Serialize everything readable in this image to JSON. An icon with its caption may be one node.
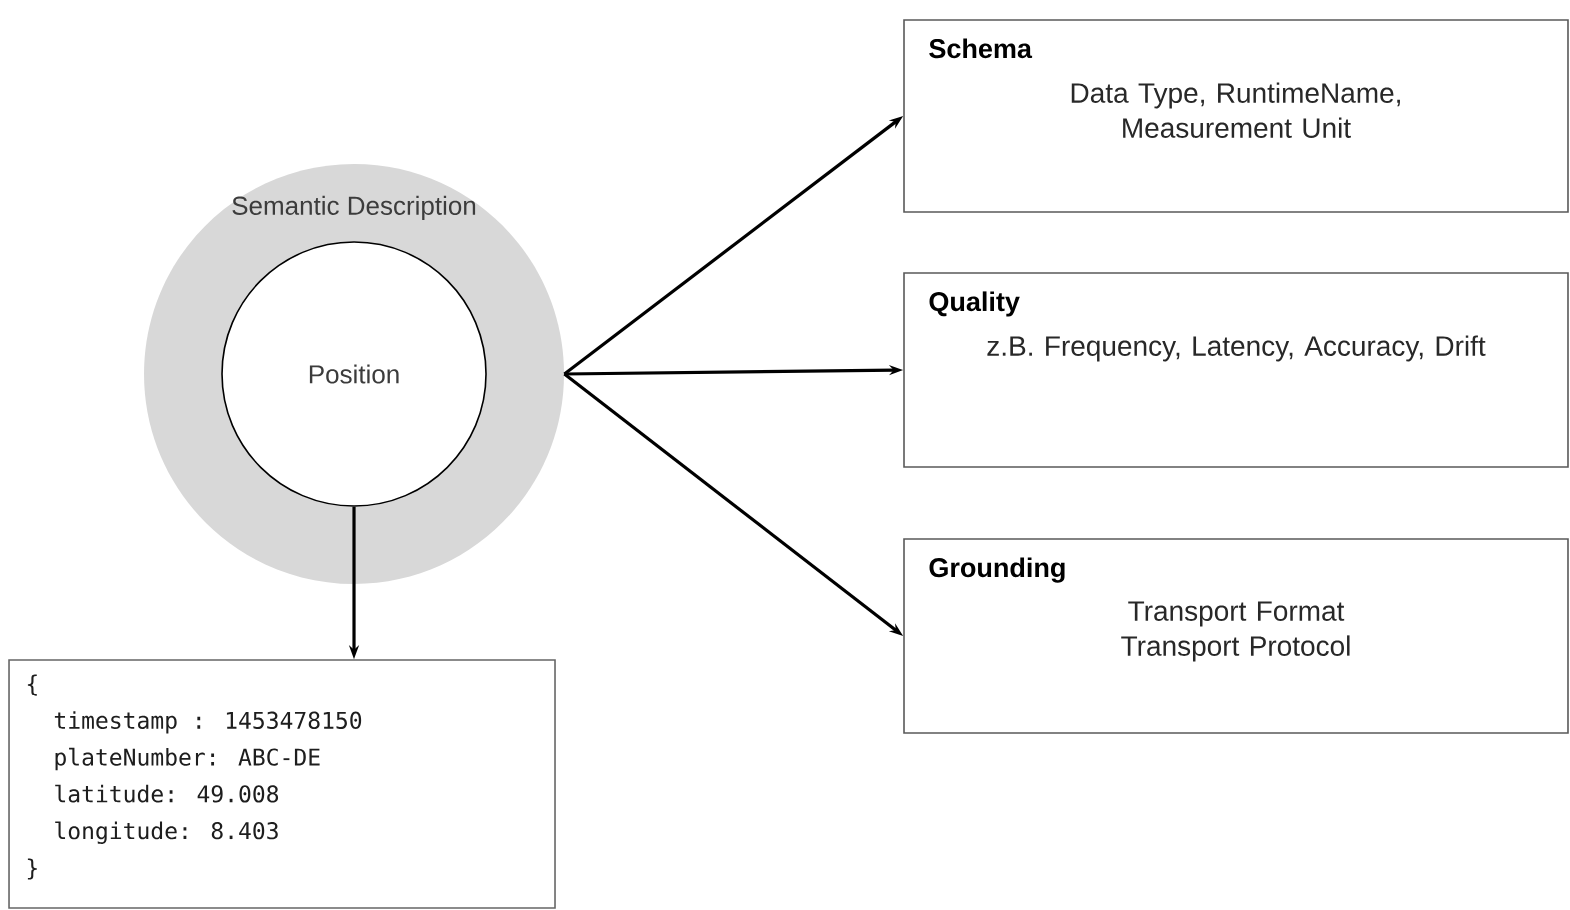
{
  "diagram": {
    "nodes": [
      {
        "text": [
          "Semantic Description"
        ]
      },
      {
        "text": [
          "Position"
        ],
        "in": 0
      },
      {
        "text": [
          "{",
          "timestamp : 1453478150",
          "plateNumber: ABC-DE",
          "latitude: 49.008",
          "longitude: 8.403",
          "}"
        ]
      },
      {
        "text": [
          "Schema",
          "Data Type, RuntimeName, Measurement Unit"
        ]
      },
      {
        "text": [
          "Quality",
          "z.B. Frequency, Latency, Accuracy, Drift"
        ]
      },
      {
        "text": [
          "Grounding",
          "Transport Format",
          "Transport Protocol"
        ]
      }
    ],
    "edges": [
      {
        "from": 1,
        "to": 2,
        "arrow": "to"
      },
      {
        "from": 0,
        "to": 3,
        "arrow": "to"
      },
      {
        "from": 0,
        "to": 4,
        "arrow": "to"
      },
      {
        "from": 0,
        "to": 5,
        "arrow": "to"
      }
    ]
  }
}
